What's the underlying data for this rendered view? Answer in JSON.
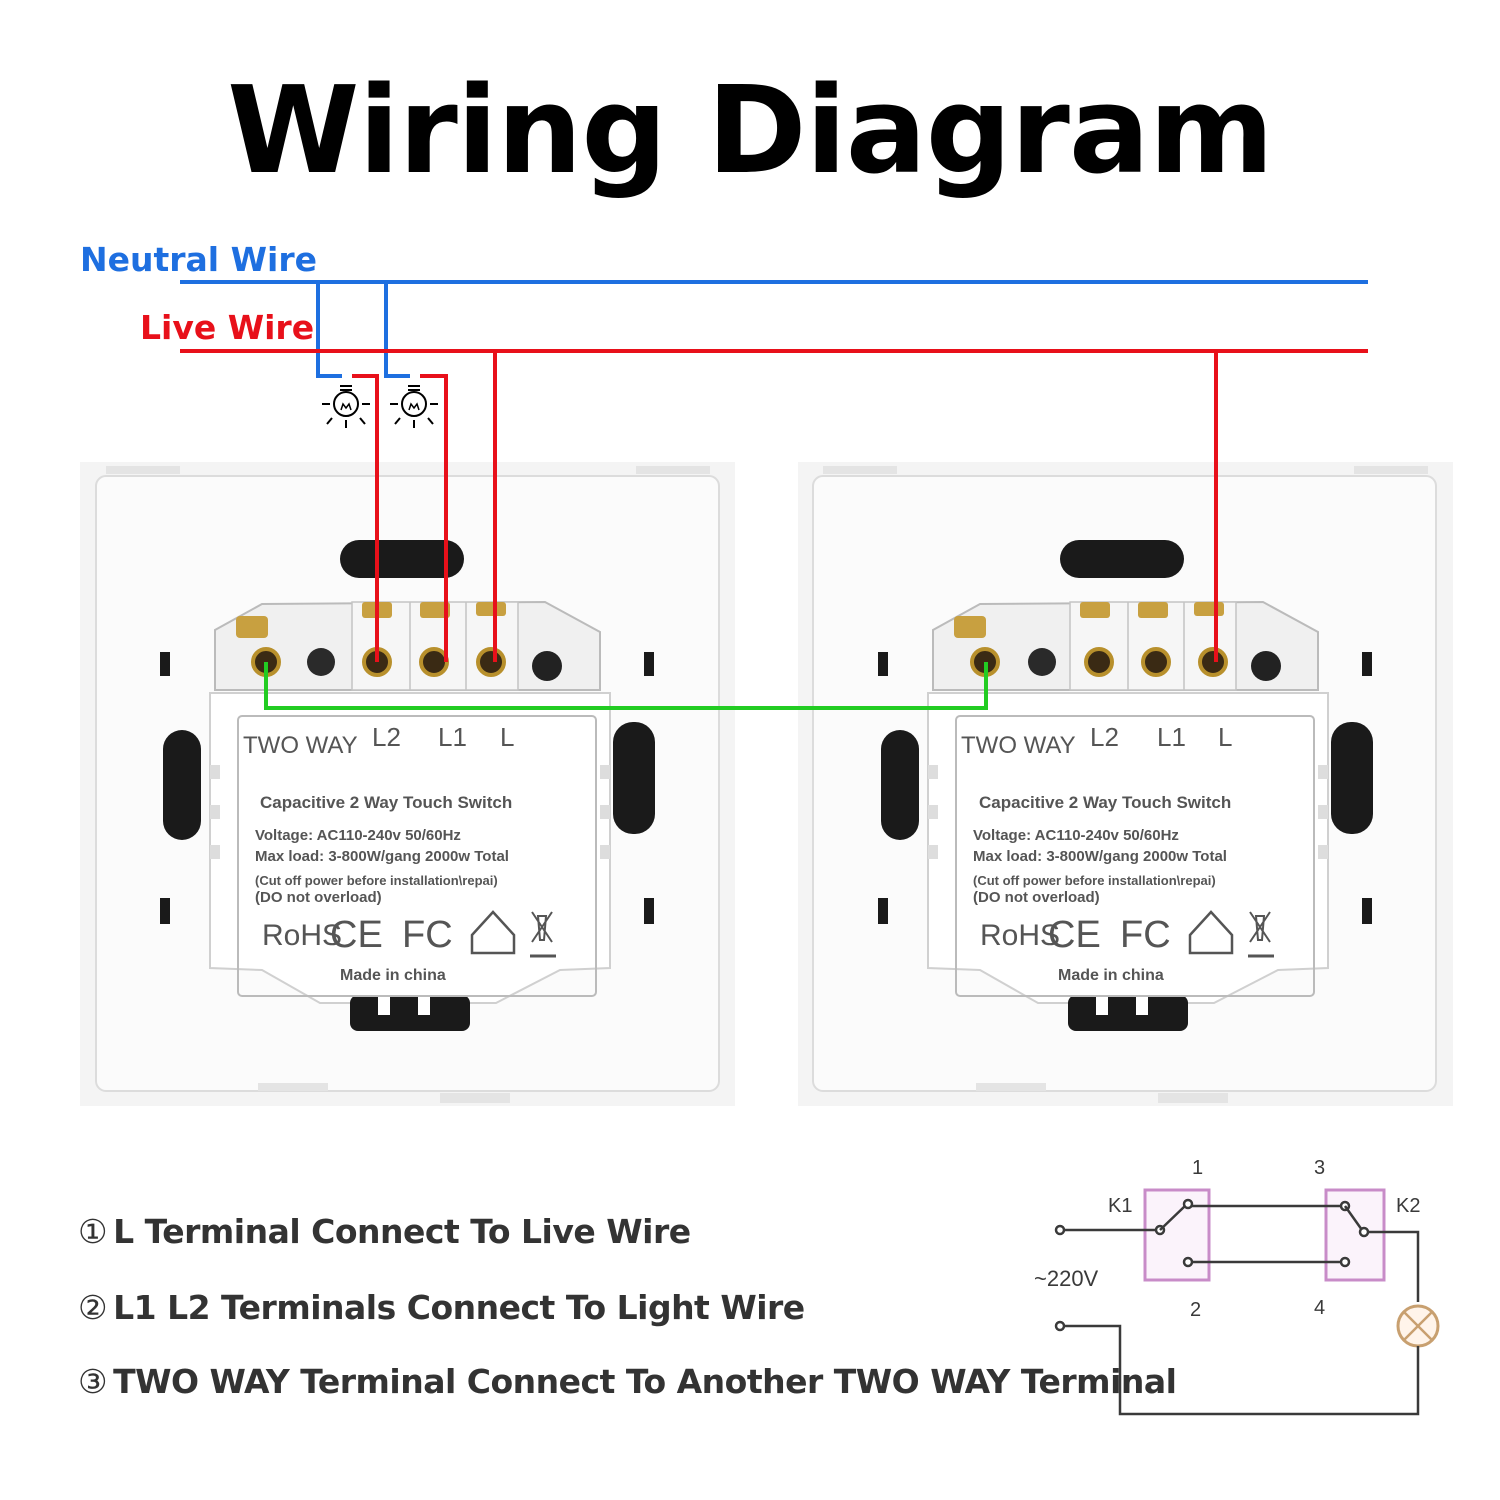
{
  "title": "Wiring Diagram",
  "wires": {
    "neutral_label": "Neutral Wire",
    "live_label": "Live Wire",
    "neutral_color": "#1e6fe0",
    "live_color": "#e8101a",
    "twoway_color": "#22cc22"
  },
  "switch_module": {
    "two_way": "TWO WAY",
    "terminal_l2": "L2",
    "terminal_l1": "L1",
    "terminal_l": "L",
    "product": "Capacitive 2 Way Touch Switch",
    "voltage": "Voltage: AC110-240v 50/60Hz",
    "max_load": "Max load: 3-800W/gang  2000w Total",
    "caution": "(Cut off power before installation\\repai)",
    "overload": "(DO not overload)",
    "rohs": "RoHS",
    "ce": "CE",
    "fc": "FC",
    "made_in": "Made in china"
  },
  "instructions": [
    {
      "num": "①",
      "text": "L Terminal Connect To Live Wire"
    },
    {
      "num": "②",
      "text": "L1 L2 Terminals Connect To Light Wire"
    },
    {
      "num": "③",
      "text": "TWO WAY Terminal Connect To Another TWO WAY Terminal"
    }
  ],
  "schematic": {
    "k1": "K1",
    "k2": "K2",
    "n1": "1",
    "n2": "2",
    "n3": "3",
    "n4": "4",
    "voltage": "~220V"
  }
}
